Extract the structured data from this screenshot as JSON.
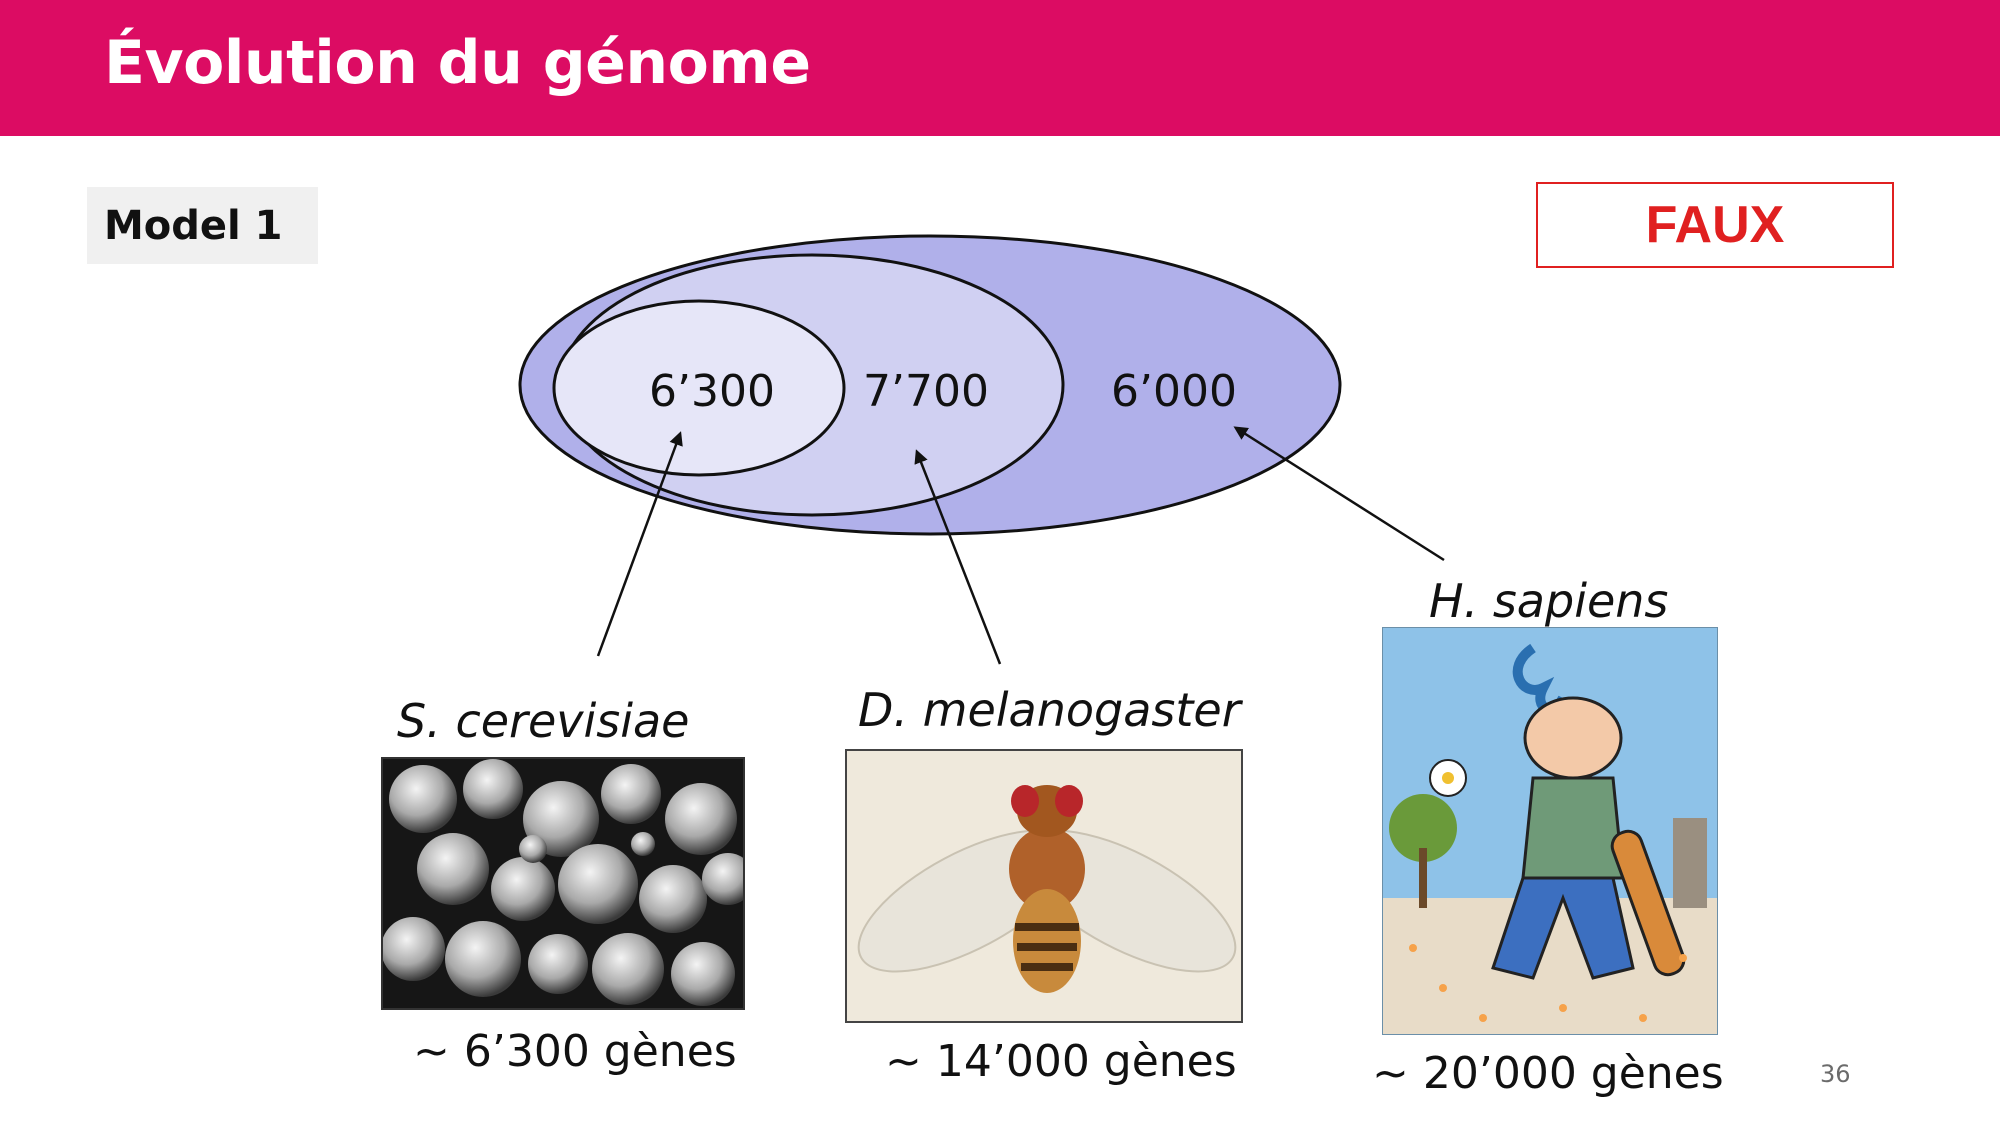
{
  "header": {
    "title": "Évolution du génome"
  },
  "model_label": "Model 1",
  "verdict": "FAUX",
  "venn": {
    "regions": [
      {
        "label": "6’300"
      },
      {
        "label": "7’700"
      },
      {
        "label": "6’000"
      }
    ]
  },
  "organisms": [
    {
      "species": "S. cerevisiae",
      "gene_count": "~ 6’300 gènes",
      "image": "yeast-micrograph"
    },
    {
      "species": "D. melanogaster",
      "gene_count": "~ 14’000 gènes",
      "image": "fruit-fly-photo"
    },
    {
      "species": "H. sapiens",
      "gene_count": "~ 20’000 gènes",
      "image": "cartoon-skater-illustration"
    }
  ],
  "page_number": "36",
  "colors": {
    "header_bg": "#dc0c63",
    "verdict": "#e02020",
    "venn_outer": "#b0b0ea",
    "venn_middle": "#d0d0f2",
    "venn_inner": "#e6e6f8"
  }
}
